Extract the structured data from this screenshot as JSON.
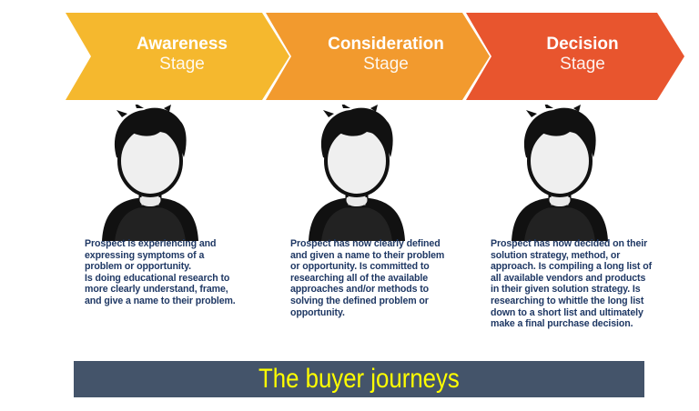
{
  "stages": [
    {
      "title": "Awareness",
      "subtitle": "Stage",
      "color": "#f5b82e"
    },
    {
      "title": "Consideration",
      "subtitle": "Stage",
      "color": "#f29a2e"
    },
    {
      "title": "Decision",
      "subtitle": "Stage",
      "color": "#e8552e"
    }
  ],
  "descriptions": [
    {
      "para1": "Prospect is experiencing and expressing symptoms of a problem or opportunity.",
      "para2": "Is doing educational research to more clearly understand, frame, and give a name to their problem."
    },
    {
      "para1": "Prospect has now clearly defined and given a name to their problem or opportunity. Is committed to researching all of the available approaches and/or methods to solving the defined problem or opportunity."
    },
    {
      "para1": "Prospect has now decided on their solution strategy, method, or approach. Is compiling a long list of all available vendors and products in their given solution strategy. Is researching to whittle the long list down to a short list and ultimately make a final purchase decision."
    }
  ],
  "banner": {
    "text": "The buyer journeys",
    "bg": "#44546a",
    "fg": "#ffff00"
  },
  "icons": [
    "person-avatar-icon",
    "person-avatar-icon",
    "person-avatar-icon"
  ]
}
